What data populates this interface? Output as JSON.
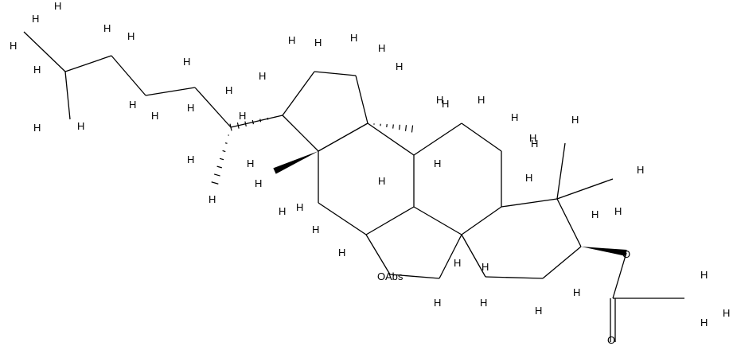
{
  "diagram": {
    "type": "skeletal-formula",
    "colors": {
      "ink": "#000000",
      "background": "#ffffff"
    },
    "atom_labels": {
      "hydrogen": "H",
      "oxygen": "O",
      "abs": "Abs"
    }
  }
}
